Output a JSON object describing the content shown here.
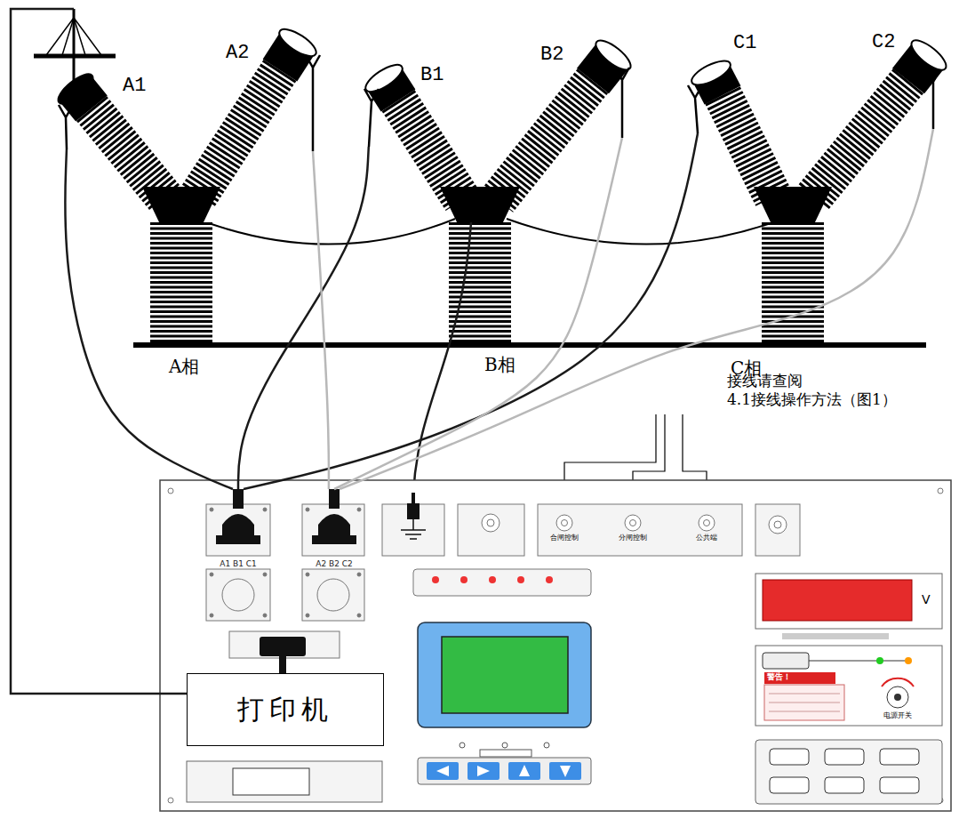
{
  "diagram": {
    "nodes": [
      {
        "text": [
          "A1"
        ]
      },
      {
        "text": [
          "A2"
        ]
      },
      {
        "text": [
          "B1"
        ]
      },
      {
        "text": [
          "B2"
        ]
      },
      {
        "text": [
          "C1"
        ]
      },
      {
        "text": [
          "C2"
        ]
      },
      {
        "text": [
          "A1 B1 C1"
        ]
      },
      {
        "text": [
          "A2 B2 C2"
        ]
      },
      {
        "text": [
          "打印机"
        ]
      }
    ],
    "edges": [
      {
        "from": 0,
        "to": 6,
        "arrow": "none"
      },
      {
        "from": 2,
        "to": 6,
        "arrow": "none"
      },
      {
        "from": 4,
        "to": 6,
        "arrow": "none"
      },
      {
        "from": 1,
        "to": 7,
        "arrow": "none"
      },
      {
        "from": 3,
        "to": 7,
        "arrow": "none"
      },
      {
        "from": 5,
        "to": 7,
        "arrow": "none"
      },
      {
        "from": 0,
        "to": 8,
        "arrow": "none"
      }
    ],
    "labels": [
      "A相",
      "B相",
      "C相",
      "接线请查阅 4.1接线操作方法（图1）",
      "合闸控制",
      "分闸控制",
      "公共端",
      "V",
      "警告！",
      "电源开关"
    ]
  }
}
